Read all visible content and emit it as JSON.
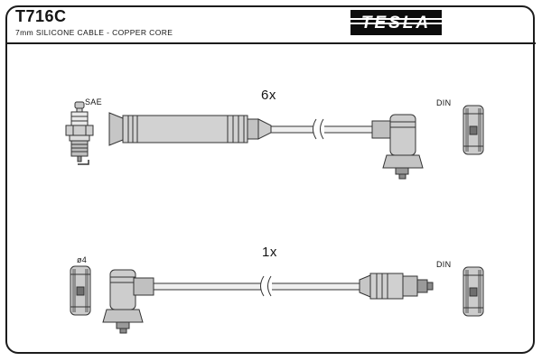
{
  "header": {
    "part_number": "T716C",
    "subtitle": "7mm SILICONE CABLE - COPPER CORE",
    "brand": "TESLA"
  },
  "colors": {
    "line": "#333333",
    "border": "#1c1c1c",
    "logo_bg": "#0c0c0c",
    "logo_text": "#ffffff",
    "fill_light": "#e9e9e9",
    "fill_mid": "#cdcdcd",
    "fill_dark": "#9a9a9a"
  },
  "top_assembly": {
    "left_connector_label": "SAE",
    "quantity": "6x",
    "right_connector_label": "DIN"
  },
  "bottom_assembly": {
    "left_connector_label": "ø4",
    "quantity": "1x",
    "right_connector_label": "DIN"
  }
}
